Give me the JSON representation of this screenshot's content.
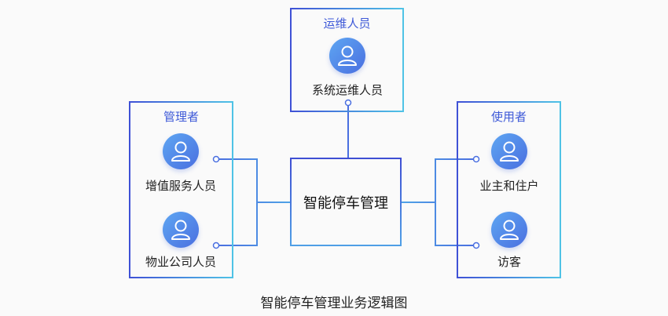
{
  "diagram": {
    "center": {
      "label": "智能停车管理"
    },
    "groups": {
      "ops": {
        "title": "运维人员",
        "members": [
          "系统运维人员"
        ]
      },
      "managers": {
        "title": "管理者",
        "members": [
          "增值服务人员",
          "物业公司人员"
        ]
      },
      "users": {
        "title": "使用者",
        "members": [
          "业主和住户",
          "访客"
        ]
      }
    },
    "caption": "智能停车管理业务逻辑图",
    "colors": {
      "accent_dark": "#3f51d6",
      "accent_light": "#4fc3e6",
      "title_text": "#3f5ad8"
    }
  }
}
